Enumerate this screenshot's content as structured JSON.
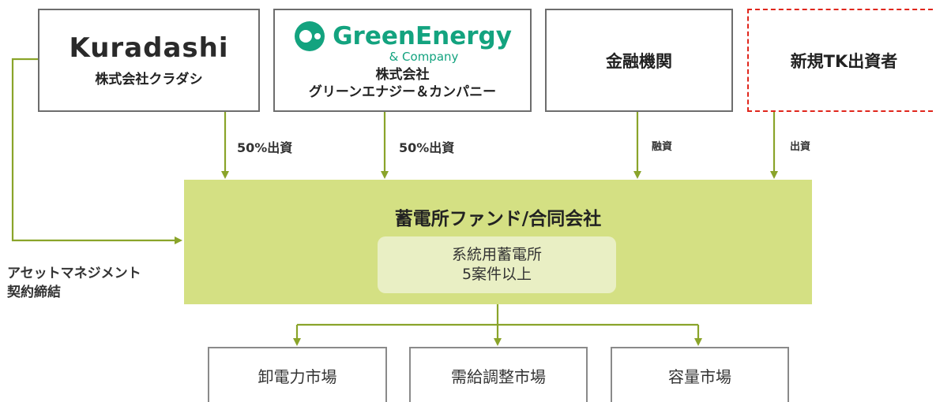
{
  "investors": {
    "kuradashi": {
      "logo": "Kuradashi",
      "name": "株式会社クラダシ"
    },
    "greenenergy": {
      "logo": "GreenEnergy",
      "logo_sub": "& Company",
      "name_line1": "株式会社",
      "name_line2": "グリーンエナジー＆カンパニー"
    },
    "finance": {
      "name": "金融機関"
    },
    "new_tk": {
      "name": "新規TK出資者"
    }
  },
  "edges": {
    "kuradashi": "50%出資",
    "greenenergy": "50%出資",
    "finance": "融資",
    "new_tk": "出資",
    "am_line1": "アセットマネジメント",
    "am_line2": "契約締結"
  },
  "fund": {
    "title": "蓄電所ファンド/合同会社",
    "asset_line1": "系統用蓄電所",
    "asset_line2": "5案件以上"
  },
  "markets": [
    "卸電力市場",
    "需給調整市場",
    "容量市場"
  ],
  "colors": {
    "arrow": "#8aa42a",
    "fund_bg": "#d4e083",
    "dashed_border": "#e0261c",
    "brand_green": "#13a37f"
  }
}
